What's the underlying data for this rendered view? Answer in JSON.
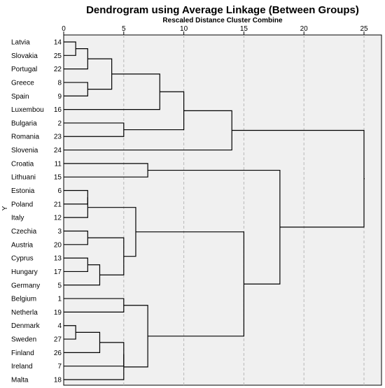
{
  "chart_data": {
    "type": "dendrogram",
    "title": "Dendrogram using Average Linkage (Between Groups)",
    "subtitle": "Rescaled Distance Cluster Combine",
    "ylabel": "Y",
    "x_ticks": [
      0,
      5,
      10,
      15,
      20,
      25
    ],
    "xlim": [
      0,
      25
    ],
    "grid": true,
    "leaves": [
      {
        "name": "Latvia",
        "id": 14
      },
      {
        "name": "Slovakia",
        "id": 25
      },
      {
        "name": "Portugal",
        "id": 22
      },
      {
        "name": "Greece",
        "id": 8
      },
      {
        "name": "Spain",
        "id": 9
      },
      {
        "name": "Luxembou",
        "id": 16
      },
      {
        "name": "Bulgaria",
        "id": 2
      },
      {
        "name": "Romania",
        "id": 23
      },
      {
        "name": "Slovenia",
        "id": 24
      },
      {
        "name": "Croatia",
        "id": 11
      },
      {
        "name": "Lithuani",
        "id": 15
      },
      {
        "name": "Estonia",
        "id": 6
      },
      {
        "name": "Poland",
        "id": 21
      },
      {
        "name": "Italy",
        "id": 12
      },
      {
        "name": "Czechia",
        "id": 3
      },
      {
        "name": "Austria",
        "id": 20
      },
      {
        "name": "Cyprus",
        "id": 13
      },
      {
        "name": "Hungary",
        "id": 17
      },
      {
        "name": "Germany",
        "id": 5
      },
      {
        "name": "Belgium",
        "id": 1
      },
      {
        "name": "Netherla",
        "id": 19
      },
      {
        "name": "Denmark",
        "id": 4
      },
      {
        "name": "Sweden",
        "id": 27
      },
      {
        "name": "Finland",
        "id": 26
      },
      {
        "name": "Ireland",
        "id": 7
      },
      {
        "name": "Malta",
        "id": 18
      }
    ],
    "merges": [
      {
        "a": "L0",
        "b": "L1",
        "height": 1
      },
      {
        "a": "M0",
        "b": "L2",
        "height": 2
      },
      {
        "a": "L3",
        "b": "L4",
        "height": 2
      },
      {
        "a": "M1",
        "b": "M2",
        "height": 4
      },
      {
        "a": "M3",
        "b": "L5",
        "height": 8
      },
      {
        "a": "L6",
        "b": "L7",
        "height": 5
      },
      {
        "a": "M4",
        "b": "M5",
        "height": 10
      },
      {
        "a": "M6",
        "b": "L8",
        "height": 14
      },
      {
        "a": "L9",
        "b": "L10",
        "height": 7
      },
      {
        "a": "L11",
        "b": "L12",
        "height": 2
      },
      {
        "a": "M9",
        "b": "L13",
        "height": 2
      },
      {
        "a": "L14",
        "b": "L15",
        "height": 2
      },
      {
        "a": "L16",
        "b": "L17",
        "height": 2
      },
      {
        "a": "M12",
        "b": "L18",
        "height": 3
      },
      {
        "a": "M11",
        "b": "M13",
        "height": 5
      },
      {
        "a": "M10",
        "b": "M14",
        "height": 6
      },
      {
        "a": "L19",
        "b": "L20",
        "height": 5
      },
      {
        "a": "L21",
        "b": "L22",
        "height": 1
      },
      {
        "a": "M17",
        "b": "L23",
        "height": 3
      },
      {
        "a": "M18",
        "b": "L24",
        "height": 5
      },
      {
        "a": "M19",
        "b": "L25",
        "height": 5
      },
      {
        "a": "M16",
        "b": "M20",
        "height": 7
      },
      {
        "a": "M15",
        "b": "M21",
        "height": 15
      },
      {
        "a": "M8",
        "b": "M22",
        "height": 18
      },
      {
        "a": "M7",
        "b": "M23",
        "height": 25
      }
    ]
  }
}
